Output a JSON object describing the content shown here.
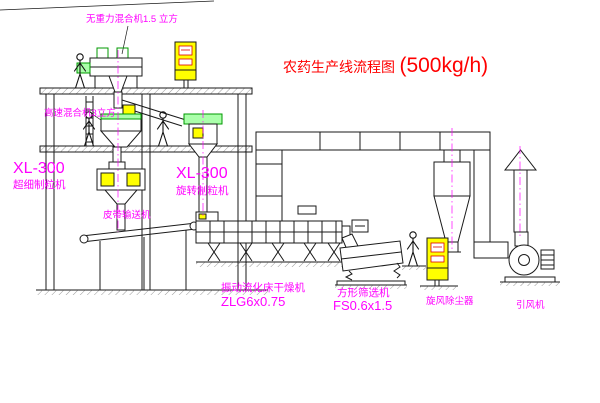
{
  "title": {
    "text": "农药生产线流程图",
    "capacity": "(500kg/h)"
  },
  "labels": {
    "gravity_mixer": "无重力混合机1.5 立方",
    "high_speed_mixer": "高速混合机3立方",
    "left_granulator_model": "XL-300",
    "left_granulator_name": "超细制粒机",
    "mid_granulator_model": "XL-300",
    "mid_granulator_name": "旋转制粒机",
    "belt_conveyor": "皮带输送机",
    "dryer_name": "振动流化床干燥机",
    "dryer_model": "ZLG6x0.75",
    "sieve_name": "方形筛选机",
    "sieve_model": "FS0.6x1.5",
    "dust_collector": "旋风除尘器",
    "fan": "引风机"
  },
  "colors": {
    "label_magenta": "#ff00ff",
    "title_red": "#ff0000",
    "line_black": "#1a1a1a",
    "cabinet_yellow": "#ffff00",
    "machine_green": "#009900",
    "machine_green_fill": "#aaffaa",
    "accent_red": "#dd0000"
  }
}
